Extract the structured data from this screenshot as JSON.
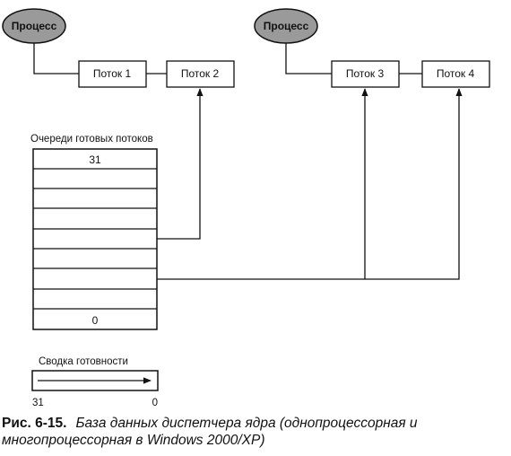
{
  "process_label": "Процесс",
  "threads": [
    "Поток 1",
    "Поток 2",
    "Поток 3",
    "Поток 4"
  ],
  "ready_queues": {
    "title": "Очереди готовых потоков",
    "top_label": "31",
    "bottom_label": "0"
  },
  "ready_summary": {
    "title": "Сводка готовности",
    "left_label": "31",
    "right_label": "0"
  },
  "caption": {
    "number": "Рис. 6-15.",
    "text": "База данных диспетчера ядра (однопроцессорная и многопроцессорная в Windows 2000/XP)"
  }
}
